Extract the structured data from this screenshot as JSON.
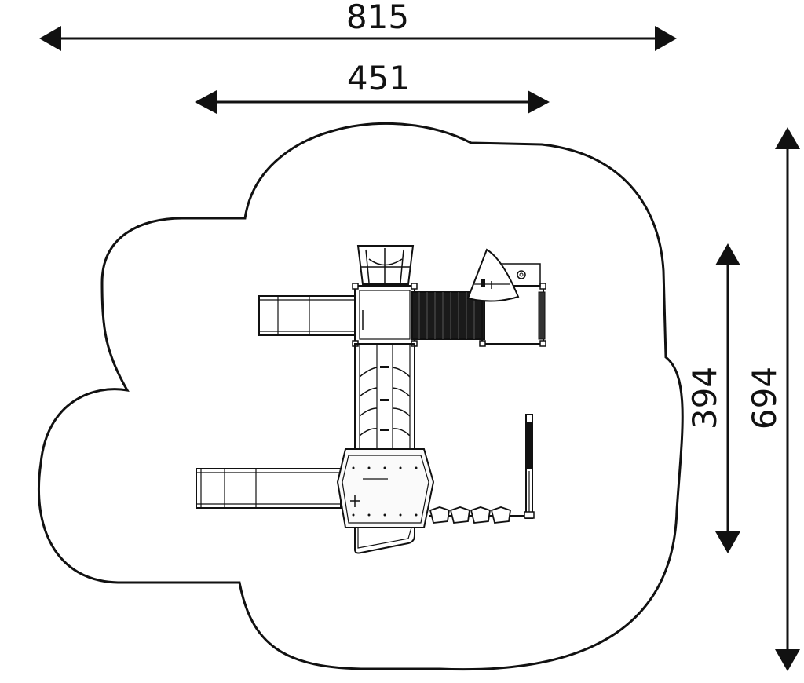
{
  "dimensions": {
    "overall_width": "815",
    "inner_width": "451",
    "inner_depth": "394",
    "overall_depth": "694"
  },
  "colors": {
    "line": "#111111",
    "background": "#ffffff",
    "tunnel": "#1a1a1a",
    "fill_light": "#f4f4f4"
  }
}
